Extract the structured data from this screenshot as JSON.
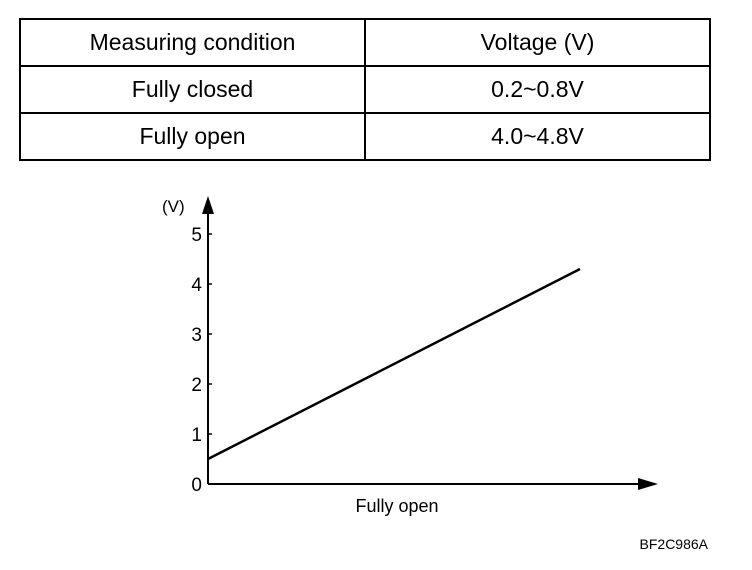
{
  "table": {
    "headers": [
      "Measuring condition",
      "Voltage (V)"
    ],
    "rows": [
      [
        "Fully closed",
        "0.2~0.8V"
      ],
      [
        "Fully open",
        "4.0~4.8V"
      ]
    ]
  },
  "chart_data": {
    "type": "line",
    "title": "",
    "xlabel": "Fully open",
    "ylabel": "(V)",
    "ylim": [
      0,
      5
    ],
    "yticks": [
      "0",
      "1",
      "2",
      "3",
      "4",
      "5"
    ],
    "grid": false,
    "legend": "none",
    "series": [
      {
        "points": [
          {
            "x": 0,
            "y": 0.5
          },
          {
            "x": 1,
            "y": 4.3
          }
        ]
      }
    ]
  },
  "reference_code": "BF2C986A",
  "colors": {
    "line": "#000000",
    "background": "#ffffff"
  }
}
